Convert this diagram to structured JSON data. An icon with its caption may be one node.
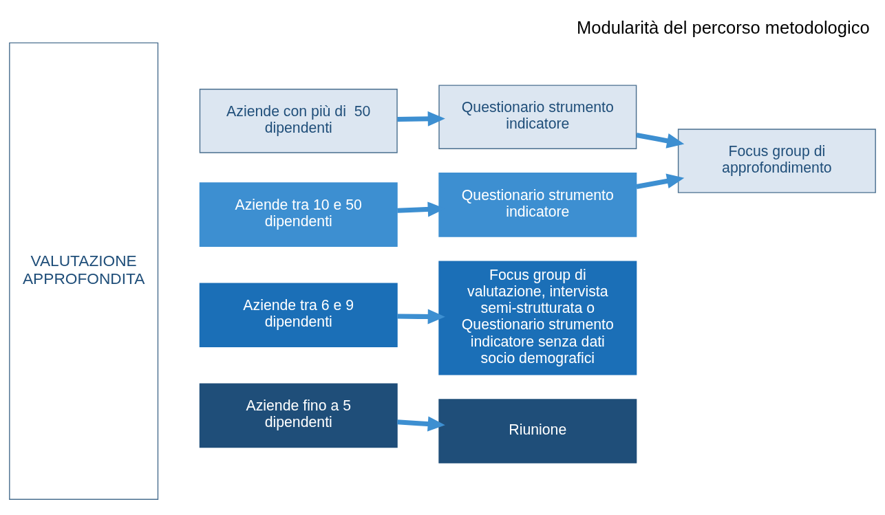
{
  "diagram": {
    "title": "Modularità del percorso metodologico",
    "nodes": [
      {
        "text": [
          "VALUTAZIONE APPROFONDITA"
        ]
      },
      {
        "text": [
          "Aziende con più di  50 dipendenti"
        ]
      },
      {
        "text": [
          "Questionario strumento indicatore"
        ]
      },
      {
        "text": [
          "Focus group di approfondimento"
        ]
      },
      {
        "text": [
          "Aziende tra 10 e 50 dipendenti"
        ]
      },
      {
        "text": [
          "Questionario strumento indicatore"
        ]
      },
      {
        "text": [
          "Aziende tra 6 e 9 dipendenti"
        ]
      },
      {
        "text": [
          "Focus group di valutazione, intervista semi-strutturata o Questionario strumento indicatore senza dati socio demografici"
        ]
      },
      {
        "text": [
          "Aziende fino a 5 dipendenti"
        ]
      },
      {
        "text": [
          "Riunione"
        ]
      }
    ],
    "edges": [
      {
        "from": 1,
        "to": 2,
        "arrow": "to"
      },
      {
        "from": 2,
        "to": 3,
        "arrow": "to"
      },
      {
        "from": 5,
        "to": 3,
        "arrow": "to"
      },
      {
        "from": 4,
        "to": 5,
        "arrow": "to"
      },
      {
        "from": 6,
        "to": 7,
        "arrow": "to"
      },
      {
        "from": 8,
        "to": 9,
        "arrow": "to"
      }
    ]
  }
}
